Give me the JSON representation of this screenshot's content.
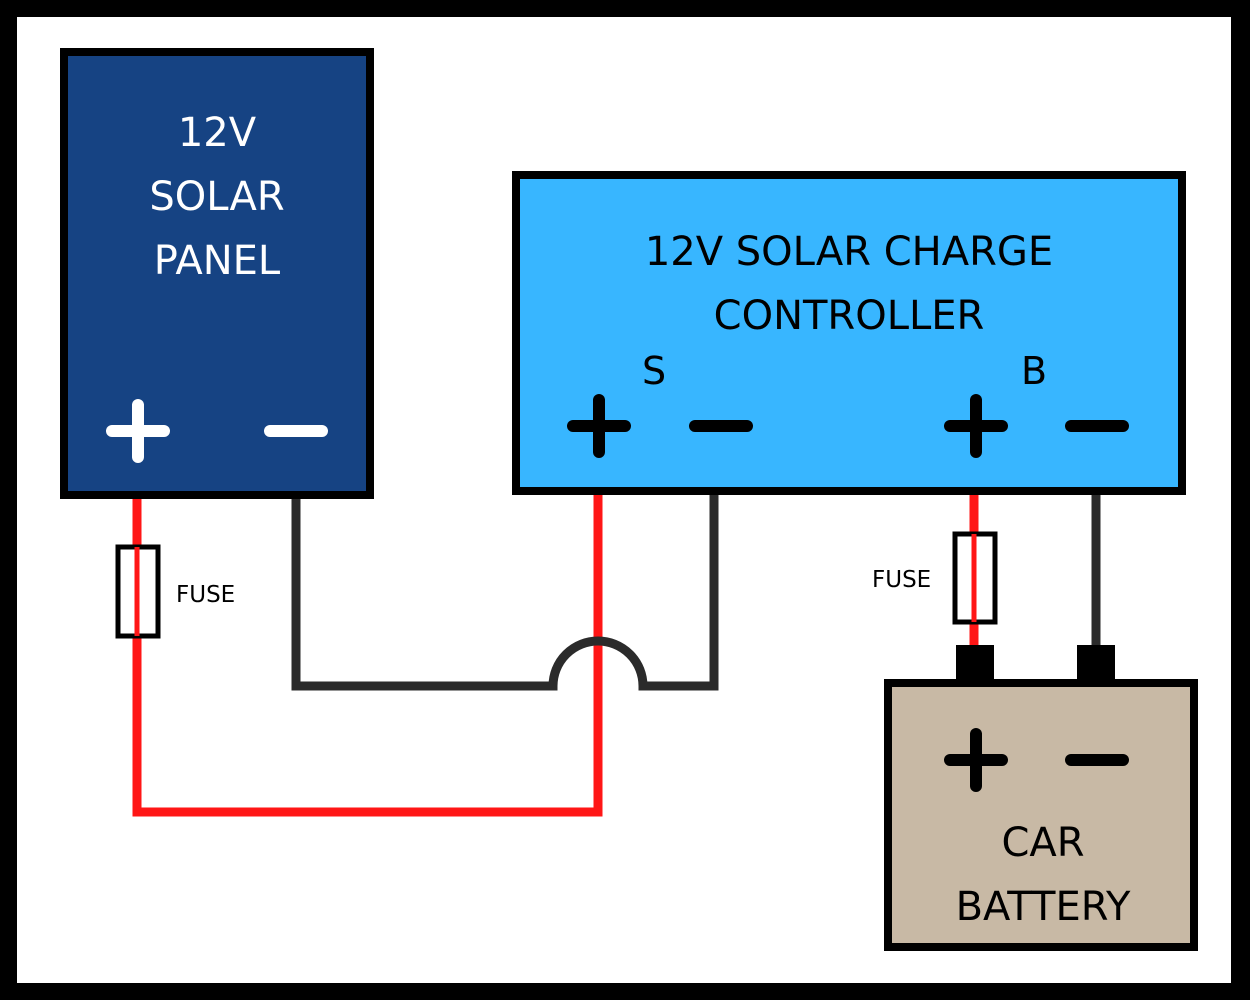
{
  "colors": {
    "frame": "#000000",
    "background": "#ffffff",
    "panel_fill": "#164383",
    "controller_fill": "#38b6ff",
    "battery_fill": "#c8b9a5",
    "positive_wire": "#ff1616",
    "negative_wire": "#2b2b2b",
    "panel_text": "#ffffff",
    "dark_text": "#000000"
  },
  "solar_panel": {
    "title_line1": "12V",
    "title_line2": "SOLAR",
    "title_line3": "PANEL",
    "positive_symbol": "+",
    "negative_symbol": "—"
  },
  "charge_controller": {
    "title_line1": "12V SOLAR CHARGE",
    "title_line2": "CONTROLLER",
    "solar_terminal_label": "S",
    "battery_terminal_label": "B",
    "solar_positive_symbol": "+",
    "solar_negative_symbol": "—",
    "battery_positive_symbol": "+",
    "battery_negative_symbol": "—"
  },
  "battery": {
    "title_line1": "CAR",
    "title_line2": "BATTERY",
    "positive_symbol": "+",
    "negative_symbol": "—"
  },
  "fuses": {
    "panel_fuse_label": "FUSE",
    "battery_fuse_label": "FUSE"
  }
}
